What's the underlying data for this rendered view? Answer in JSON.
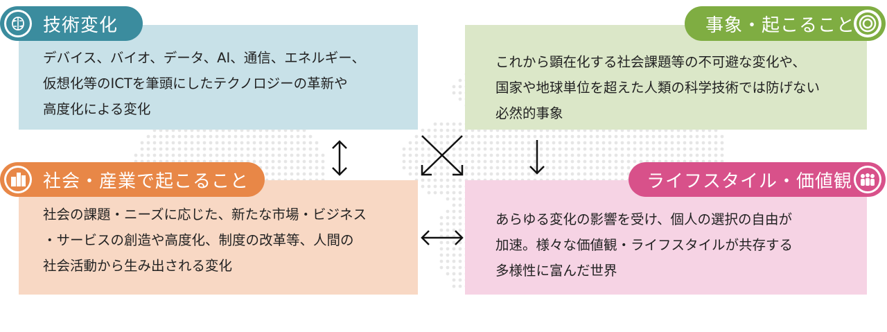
{
  "colors": {
    "tech": "#3b8c9e",
    "tech_bg": "#c8e1e8",
    "event": "#7fad42",
    "event_bg": "#dbe7c8",
    "society": "#e88747",
    "society_bg": "#f8d8c4",
    "life": "#d8518a",
    "life_bg": "#f6d3e4"
  },
  "tech": {
    "title": "技術変化",
    "icon": "brain-circuit-icon",
    "text": "デバイス、バイオ、データ、AI、通信、エネルギー、\n仮想化等のICTを筆頭にしたテクノロジーの革新や\n高度化による変化"
  },
  "event": {
    "title": "事象・起こること",
    "icon": "target-icon",
    "text": "これから顕在化する社会課題等の不可避な変化や、\n国家や地球単位を超えた人類の科学技術では防げない\n必然的事象"
  },
  "society": {
    "title": "社会・産業で起こること",
    "icon": "buildings-icon",
    "text": "社会の課題・ニーズに応じた、新たな市場・ビジネス\n・サービスの創造や高度化、制度の改革等、人間の\n社会活動から生み出される変化"
  },
  "life": {
    "title": "ライフスタイル・価値観",
    "icon": "people-group-icon",
    "text": "あらゆる変化の影響を受け、個人の選択の自由が\n加速。様々な価値観・ライフスタイルが共存する\n多様性に富んだ世界"
  },
  "arrows": [
    "vertical-double-arrow",
    "cross-arrows",
    "down-arrow",
    "horizontal-double-arrow"
  ]
}
